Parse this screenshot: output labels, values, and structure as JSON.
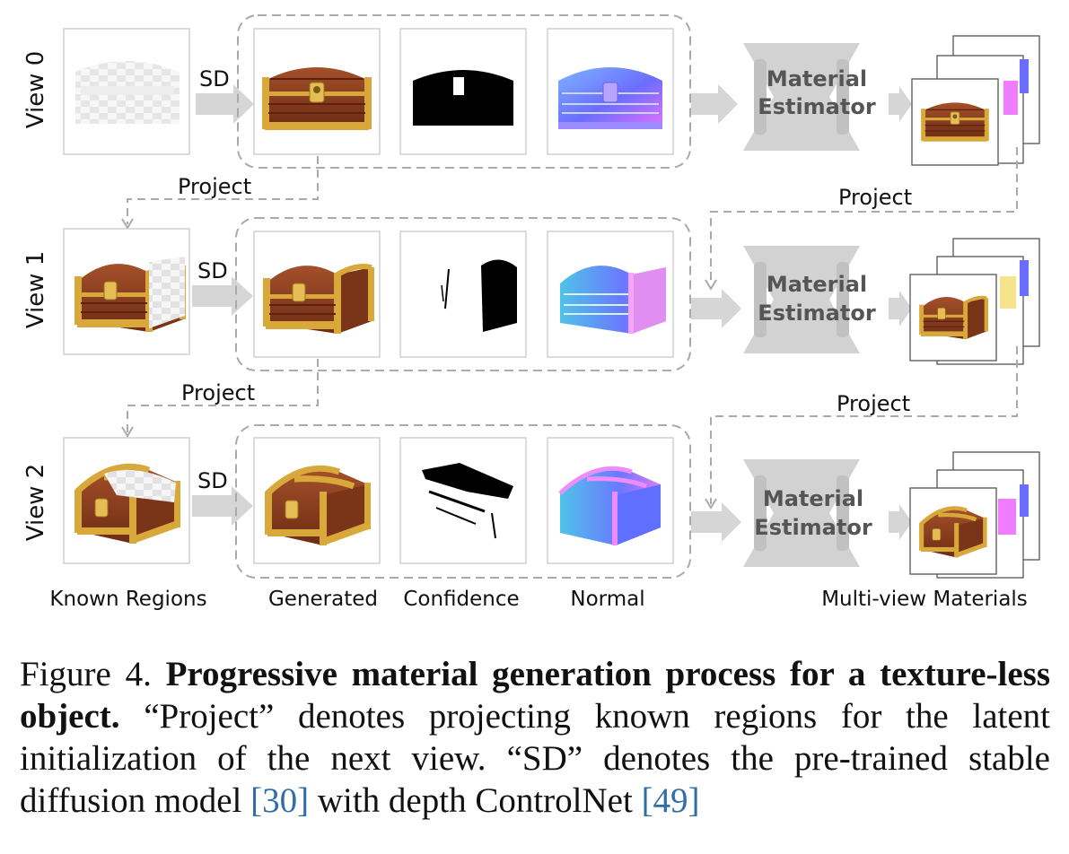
{
  "views": [
    {
      "label": "View 0"
    },
    {
      "label": "View 1"
    },
    {
      "label": "View 2"
    }
  ],
  "sd_label": "SD",
  "project_label": "Project",
  "estimator_line1": "Material",
  "estimator_line2": "Estimator",
  "column_labels": {
    "known": "Known Regions",
    "generated": "Generated",
    "confidence": "Confidence",
    "normal": "Normal",
    "materials": "Multi-view Materials"
  },
  "colors": {
    "wood": "#8a3a1c",
    "gold": "#d8a93a",
    "arrow": "#d6d6d6",
    "dashed": "#aaaaaa",
    "estimator": "#cfcfcf",
    "cite": "#2f6ea6"
  },
  "caption": {
    "prefix": "Figure 4.",
    "bold": "Progressive material generation process for a texture-less object.",
    "text1": "“Project” denotes projecting known regions for the latent initialization of the next view. “SD” denotes the pre-trained stable diffusion model",
    "ref1": "[30]",
    "text2": "with depth ControlNet",
    "ref2": "[49]"
  }
}
